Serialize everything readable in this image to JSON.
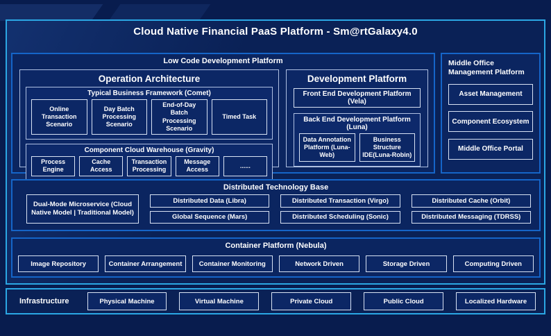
{
  "title": "Cloud Native Financial PaaS Platform - Sm@rtGalaxy4.0",
  "low_code": {
    "label": "Low Code Development Platform",
    "operation_architecture": {
      "title": "Operation Architecture",
      "typical_business": {
        "title": "Typical Business Framework (Comet)",
        "items": [
          "Online Transaction Scenario",
          "Day Batch Processing Scenario",
          "End-of-Day Batch Processing Scenario",
          "Timed Task"
        ]
      },
      "component_cloud": {
        "title": "Component Cloud Warehouse (Gravity)",
        "items": [
          "Process Engine",
          "Cache Access",
          "Transaction Processing",
          "Message Access",
          "......"
        ]
      }
    },
    "development_platform": {
      "title": "Development Platform",
      "front_end": "Front End Development Platform (Vela)",
      "back_end": {
        "title": "Back End Development Platform (Luna)",
        "items": [
          "Data Annotation Platform (Luna-Web)",
          "Business Structure IDE(Luna-Robin)"
        ]
      }
    }
  },
  "middle_office": {
    "title": "Middle Office Management Platform",
    "items": [
      "Asset Management",
      "Component Ecosystem",
      "Middle Office Portal"
    ]
  },
  "distributed": {
    "title": "Distributed Technology Base",
    "dual_mode": "Dual-Mode Microservice (Cloud Native Model | Traditional Model)",
    "columns": [
      [
        "Distributed Data (Libra)",
        "Global Sequence (Mars)"
      ],
      [
        "Distributed Transaction (Virgo)",
        "Distributed Scheduling (Sonic)"
      ],
      [
        "Distributed Cache (Orbit)",
        "Distributed Messaging (TDRSS)"
      ]
    ]
  },
  "container_platform": {
    "title": "Container Platform (Nebula)",
    "items": [
      "Image Repository",
      "Container Arrangement",
      "Container Monitoring",
      "Network Driven",
      "Storage Driven",
      "Computing Driven"
    ]
  },
  "infrastructure": {
    "label": "Infrastructure",
    "items": [
      "Physical Machine",
      "Virtual Machine",
      "Private Cloud",
      "Public Cloud",
      "Localized Hardware"
    ]
  },
  "colors": {
    "background": "#0A2156",
    "accent_border": "#2BA7E4",
    "section_border": "#1565C8",
    "inner_border": "#AFC0E2",
    "leaf_border": "#D9E3F4",
    "text": "#FFFFFF"
  }
}
